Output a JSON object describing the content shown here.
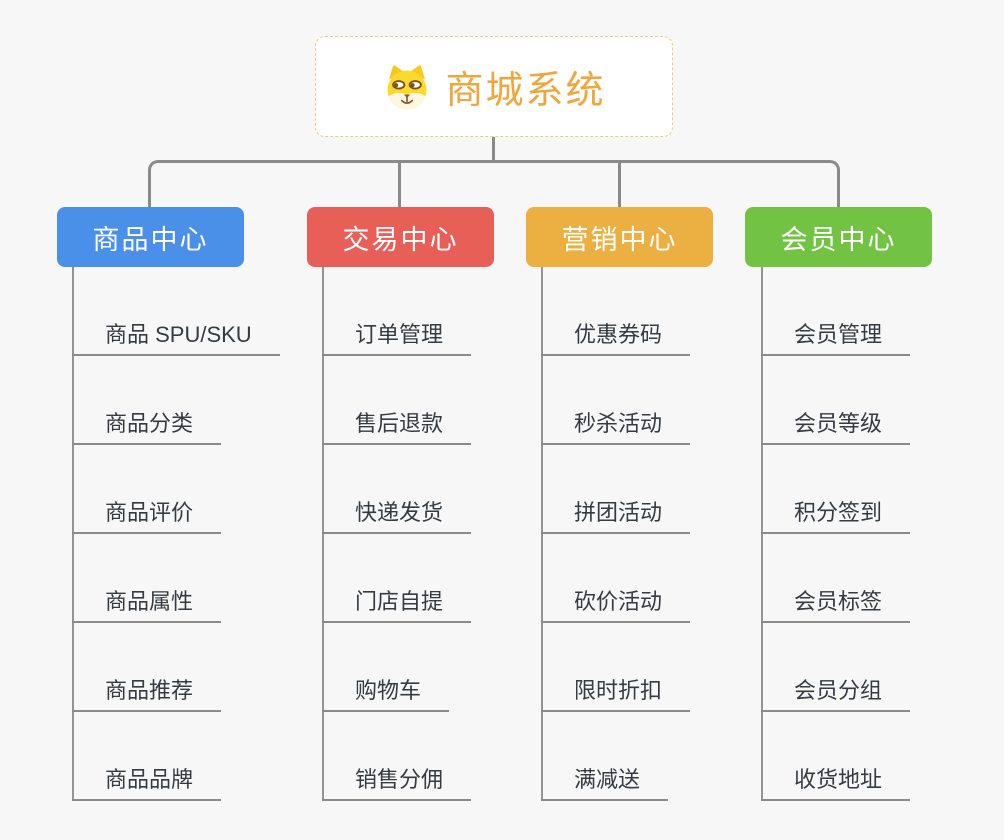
{
  "canvas": {
    "background": "#f7f7f7",
    "line_color": "#8a8a8a"
  },
  "root": {
    "title": "商城系统",
    "icon": "doge-icon",
    "text_color": "#f0a63c",
    "border_color": "#f0c87e"
  },
  "branches": [
    {
      "label": "商品中心",
      "color": "#4a90e8",
      "children": [
        "商品 SPU/SKU",
        "商品分类",
        "商品评价",
        "商品属性",
        "商品推荐",
        "商品品牌"
      ]
    },
    {
      "label": "交易中心",
      "color": "#e85f58",
      "children": [
        "订单管理",
        "售后退款",
        "快递发货",
        "门店自提",
        "购物车",
        "销售分佣"
      ]
    },
    {
      "label": "营销中心",
      "color": "#ecaf42",
      "children": [
        "优惠券码",
        "秒杀活动",
        "拼团活动",
        "砍价活动",
        "限时折扣",
        "满减送"
      ]
    },
    {
      "label": "会员中心",
      "color": "#72c343",
      "children": [
        "会员管理",
        "会员等级",
        "积分签到",
        "会员标签",
        "会员分组",
        "收货地址"
      ]
    }
  ]
}
